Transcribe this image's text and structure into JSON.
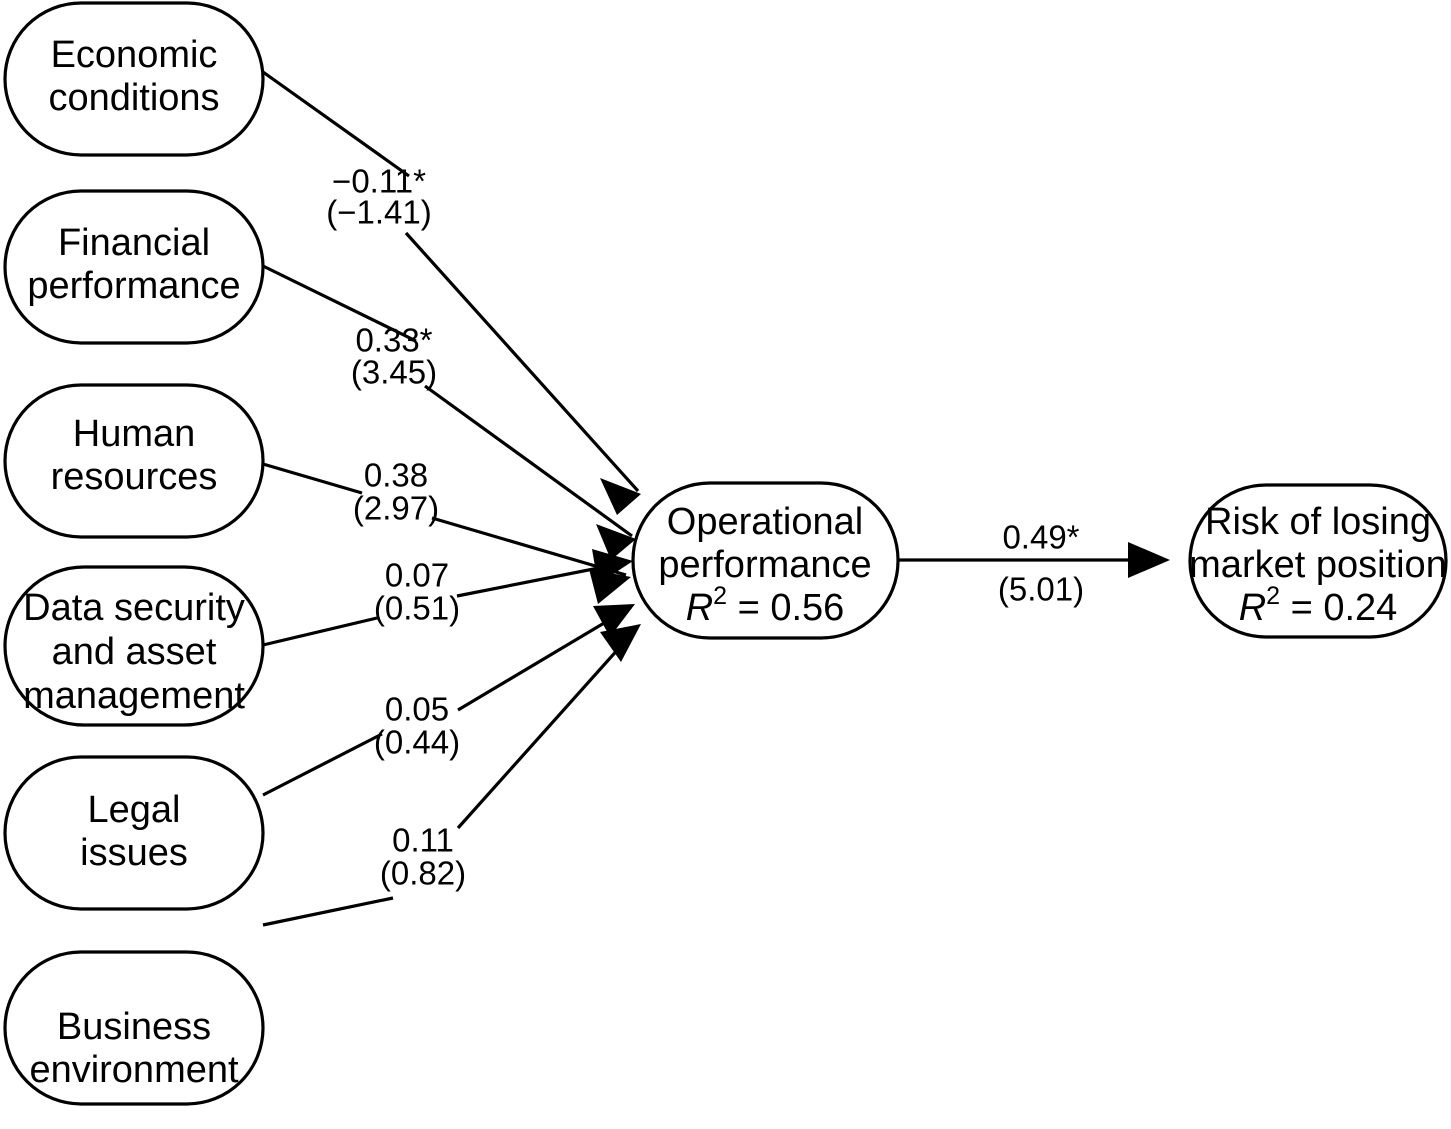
{
  "diagram": {
    "type": "structural-equation-path-diagram",
    "title": "",
    "exogenous_nodes": [
      {
        "id": "economic-conditions",
        "lines": [
          "Economic",
          "conditions"
        ]
      },
      {
        "id": "financial-performance",
        "lines": [
          "Financial",
          "performance"
        ]
      },
      {
        "id": "human-resources",
        "lines": [
          "Human",
          "resources"
        ]
      },
      {
        "id": "data-security-asset-management",
        "lines": [
          "Data security",
          "and asset",
          "management"
        ]
      },
      {
        "id": "legal-issues",
        "lines": [
          "Legal",
          "issues"
        ]
      },
      {
        "id": "business-environment",
        "lines": [
          "Business",
          "environment"
        ]
      }
    ],
    "mediator_node": {
      "id": "operational-performance",
      "lines": [
        "Operational",
        "performance"
      ],
      "r2_symbol": "R",
      "r2_exponent": "2",
      "r2_equals": " = 0.56",
      "r2_value": "0.56"
    },
    "outcome_node": {
      "id": "risk-of-losing-market-position",
      "lines": [
        "Risk of losing",
        "market position"
      ],
      "r2_symbol": "R",
      "r2_exponent": "2",
      "r2_equals": " = 0.24",
      "r2_value": "0.24"
    },
    "paths": [
      {
        "id": "path-economic-conditions",
        "from": "economic-conditions",
        "to": "operational-performance",
        "coefficient": "−0.11*",
        "t_value": "(−1.41)",
        "significant": true
      },
      {
        "id": "path-financial-performance",
        "from": "financial-performance",
        "to": "operational-performance",
        "coefficient": "0.33*",
        "t_value": "(3.45)",
        "significant": true
      },
      {
        "id": "path-human-resources",
        "from": "human-resources",
        "to": "operational-performance",
        "coefficient": "0.38",
        "t_value": "(2.97)",
        "significant": false
      },
      {
        "id": "path-data-security",
        "from": "data-security-asset-management",
        "to": "operational-performance",
        "coefficient": "0.07",
        "t_value": "(0.51)",
        "significant": false
      },
      {
        "id": "path-legal-issues",
        "from": "legal-issues",
        "to": "operational-performance",
        "coefficient": "0.05",
        "t_value": "(0.44)",
        "significant": false
      },
      {
        "id": "path-business-environment",
        "from": "business-environment",
        "to": "operational-performance",
        "coefficient": "0.11",
        "t_value": "(0.82)",
        "significant": false
      },
      {
        "id": "path-operational-to-risk",
        "from": "operational-performance",
        "to": "risk-of-losing-market-position",
        "coefficient": "0.49*",
        "t_value": "(5.01)",
        "significant": true
      }
    ],
    "colors": {
      "stroke": "#000000",
      "fill": "#ffffff",
      "text": "#000000"
    }
  }
}
